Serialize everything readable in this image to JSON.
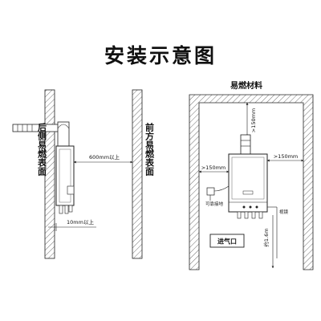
{
  "title": "安装示意图",
  "left": {
    "back_wall_label": "后侧易燃表面",
    "front_wall_label": "前方易燃表面",
    "dim_front": "600mm以上",
    "dim_back": "10mm以上"
  },
  "right": {
    "top_label": "易燃材料",
    "dim_top": ">150mm",
    "dim_left": ">150mm",
    "dim_right": ">150mm",
    "dim_floor": "约1.6m",
    "socket_label": "可靠接地",
    "pipe_label": "视镜",
    "inlet_label": "进气口"
  }
}
